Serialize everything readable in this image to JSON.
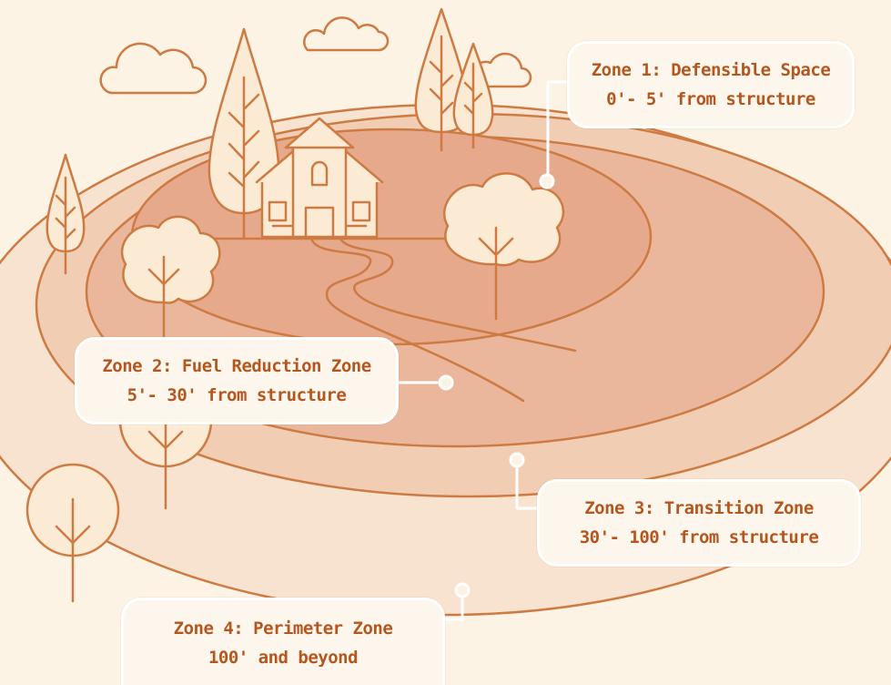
{
  "colors": {
    "background": "#fdf3e4",
    "zone4_fill": "#f7e3cf",
    "zone3_fill": "#f1cdb4",
    "zone2_fill": "#eab79c",
    "zone1_fill": "#e6a98b",
    "outline": "#cd7b43",
    "tree_fill": "#fbebd4",
    "label_text": "#b3571f"
  },
  "zones": [
    {
      "id": "zone1",
      "title": "Zone 1: Defensible Space",
      "range": "0'- 5' from structure"
    },
    {
      "id": "zone2",
      "title": "Zone 2: Fuel Reduction Zone",
      "range": "5'- 30' from structure"
    },
    {
      "id": "zone3",
      "title": "Zone 3: Transition Zone",
      "range": "30'- 100' from structure"
    },
    {
      "id": "zone4",
      "title": "Zone 4: Perimeter Zone",
      "range": "100' and beyond"
    }
  ],
  "icons": [
    "cloud-icon",
    "house-icon",
    "cypress-tree-icon",
    "round-tree-icon",
    "path-icon"
  ]
}
